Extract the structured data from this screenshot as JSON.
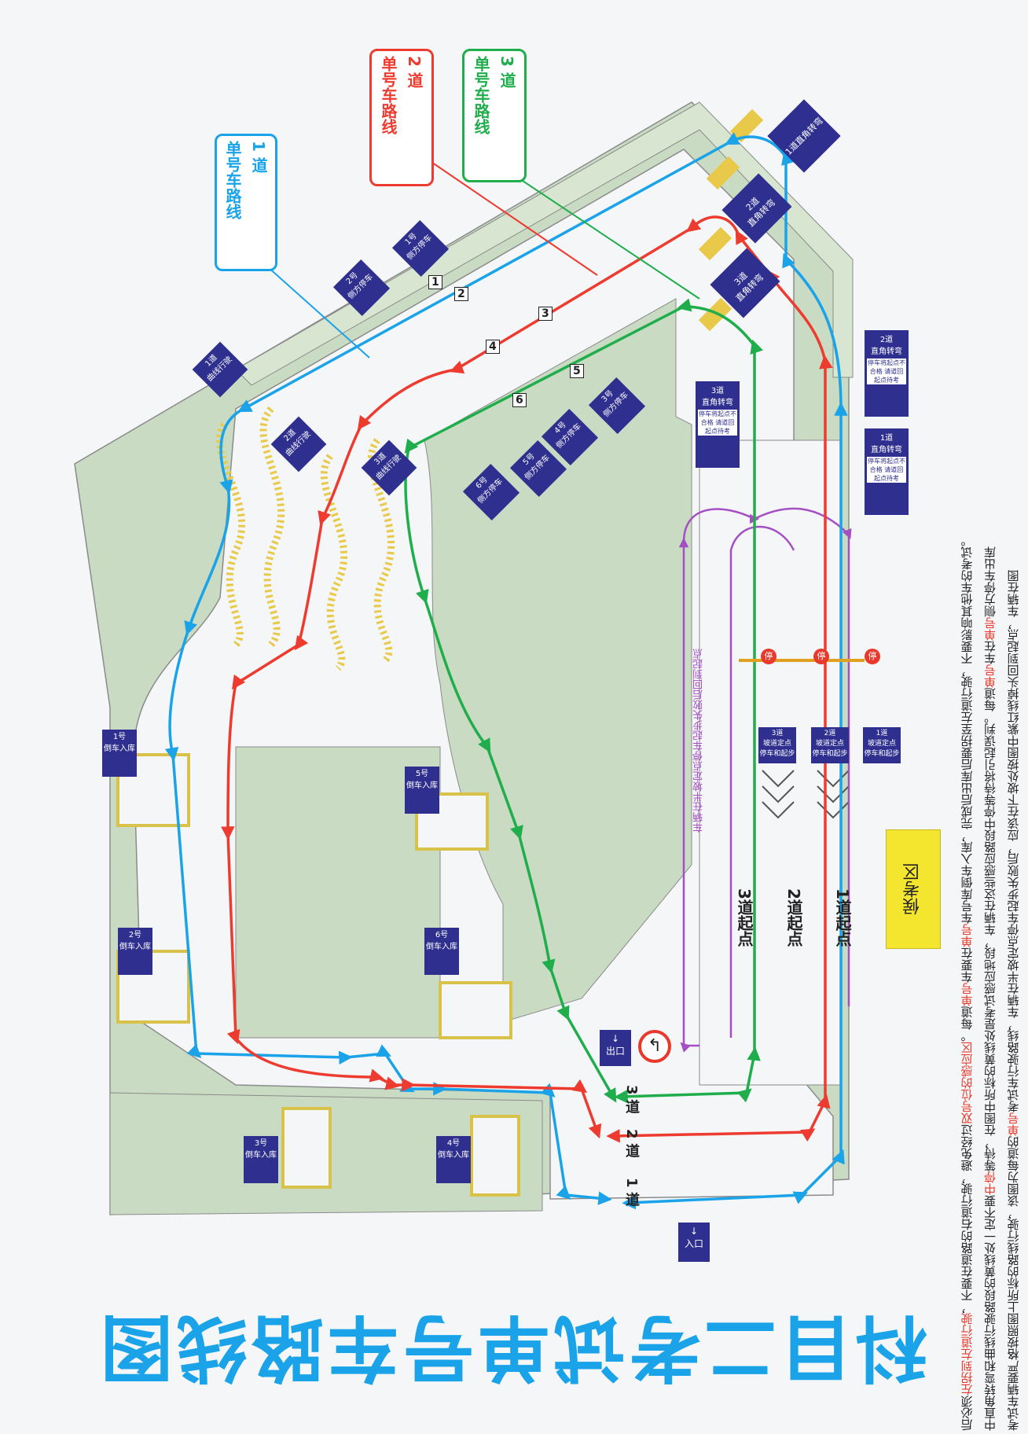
{
  "title": "科目二考试单号车路线图",
  "colors": {
    "route1": "#1aa3e8",
    "route2": "#ee3b2f",
    "route3": "#1fae4b",
    "reset": "#a44fc4",
    "sign": "#2e2f8f",
    "ground": "#c9dbc2",
    "road": "#f4f6f8",
    "edge": "#8b8b8b",
    "wait": "#f4e52e"
  },
  "legend": [
    {
      "title": "1 道",
      "line": "单号车路线"
    },
    {
      "title": "2 道",
      "line": "单号车路线"
    },
    {
      "title": "3 道",
      "line": "单号车路线"
    }
  ],
  "signs": {
    "right_turn": [
      {
        "id": "1",
        "label": "直角转弯",
        "prefix": "1道"
      },
      {
        "id": "2",
        "label": "直角转弯",
        "prefix": "2道"
      },
      {
        "id": "3",
        "label": "直角转弯",
        "prefix": "3道"
      }
    ],
    "right_turn_side": [
      {
        "prefix": "2道",
        "label": "直角转弯",
        "note": "停车将起点不合格 请道回起点待考"
      },
      {
        "prefix": "3道",
        "label": "直角转弯",
        "note": "停车将起点不合格 请道回起点待考"
      },
      {
        "prefix": "1道",
        "label": "直角转弯",
        "note": "停车将起点不合格 请道回起点待考"
      }
    ],
    "parallel": [
      {
        "n": "1号",
        "t": "侧方停车"
      },
      {
        "n": "2号",
        "t": "侧方停车"
      },
      {
        "n": "3号",
        "t": "侧方停车"
      },
      {
        "n": "4号",
        "t": "侧方停车"
      },
      {
        "n": "5号",
        "t": "侧方停车"
      },
      {
        "n": "6号",
        "t": "侧方停车"
      }
    ],
    "curve": [
      {
        "n": "1道",
        "t": "曲线行驶"
      },
      {
        "n": "2道",
        "t": "曲线行驶"
      },
      {
        "n": "3道",
        "t": "曲线行驶"
      }
    ],
    "garage": [
      {
        "n": "1号",
        "t": "倒车入库"
      },
      {
        "n": "2号",
        "t": "倒车入库"
      },
      {
        "n": "3号",
        "t": "倒车入库"
      },
      {
        "n": "4号",
        "t": "倒车入库"
      },
      {
        "n": "5号",
        "t": "倒车入库"
      },
      {
        "n": "6号",
        "t": "倒车入库"
      }
    ],
    "hill": [
      {
        "n": "1道",
        "t": "坡道定点",
        "t2": "停车和起步"
      },
      {
        "n": "2道",
        "t": "坡道定点",
        "t2": "停车和起步"
      },
      {
        "n": "3道",
        "t": "坡道定点",
        "t2": "停车和起步"
      }
    ],
    "exit": "出口",
    "entrance": "入口",
    "stop": "停"
  },
  "start_labels": [
    {
      "text": "1道起点"
    },
    {
      "text": "2道起点"
    },
    {
      "text": "3道起点"
    }
  ],
  "end_labels": [
    {
      "text": "1 道"
    },
    {
      "text": "2 道"
    },
    {
      "text": "3 道"
    }
  ],
  "slot_numbers": [
    "1",
    "2",
    "3",
    "4",
    "5",
    "6"
  ],
  "reset_note": "车辆在半坡定点停车起步失败后回到起点",
  "waiting_area": "候考区",
  "instructions": [
    {
      "segments": [
        {
          "text": "考试车辆要严格按照图上所标的路线行驶，该图为每道的",
          "hl": false
        },
        {
          "text": "单号",
          "hl": true
        },
        {
          "text": "考试车行驶路线，车辆在半坡定点停车起步失败后，应该在下坡处按图中紫红线掉头回到起点，车辆在图",
          "hl": false
        }
      ]
    },
    {
      "segments": [
        {
          "text": "中直角转弯和曲线行驶路段的黄线处一定不要",
          "hl": false
        },
        {
          "text": "中停",
          "hl": true
        },
        {
          "text": "等待，在图中所标的黄线处是考试感应地段，车辆在这些感应路段中停等待将引起误判。每道",
          "hl": false
        },
        {
          "text": "单号",
          "hl": true
        },
        {
          "text": "车在",
          "hl": false
        },
        {
          "text": "单号",
          "hl": true
        },
        {
          "text": "侧方停车出库",
          "hl": false
        }
      ]
    },
    {
      "segments": [
        {
          "text": "后必须",
          "hl": false
        },
        {
          "text": "左拐到左道行驶",
          "hl": true
        },
        {
          "text": "，不要在道路的右道行驶，避免经过",
          "hl": false
        },
        {
          "text": "双号位的感应区",
          "hl": true
        },
        {
          "text": "。每道",
          "hl": false
        },
        {
          "text": "单号",
          "hl": true
        },
        {
          "text": "车要在",
          "hl": false
        },
        {
          "text": "单号",
          "hl": true
        },
        {
          "text": "车号库倒车入库，完成后出库后要拐至左道行驶，不要影响其他车的考试。",
          "hl": false
        }
      ]
    }
  ]
}
